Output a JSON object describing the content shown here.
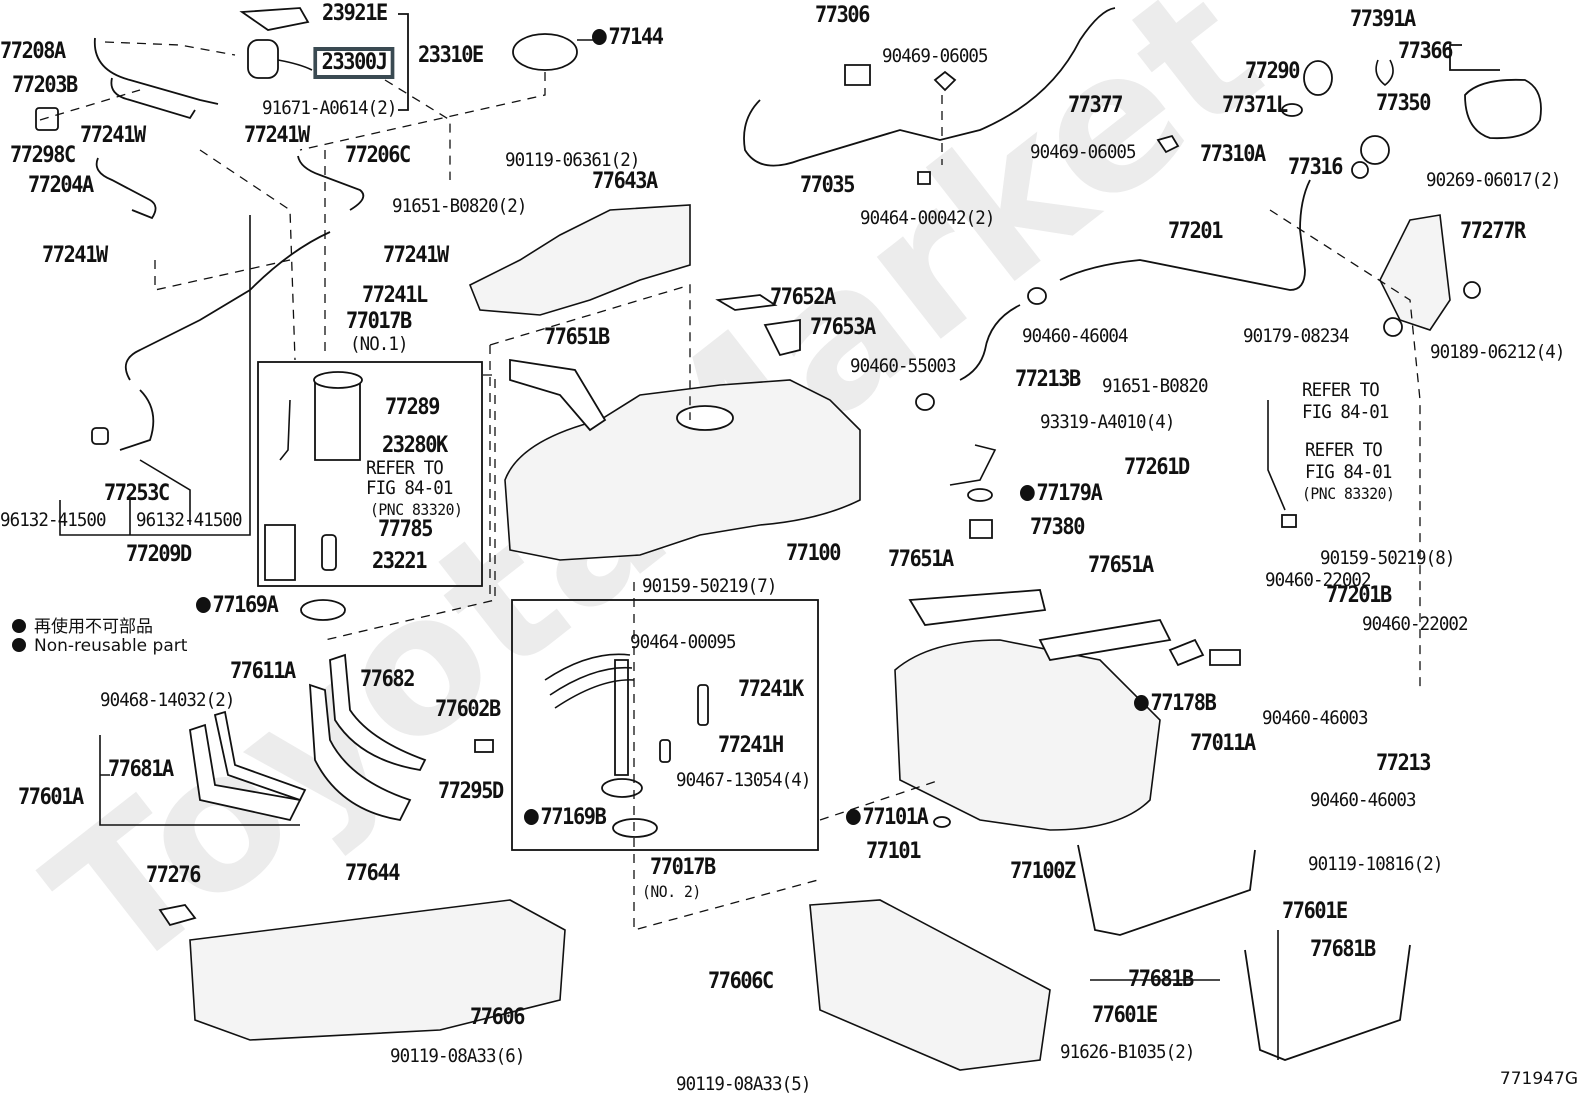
{
  "diagram": {
    "title": "Fuel tank & fuel pump parts diagram",
    "figure_code": "771947G",
    "watermark": "ToyotaMarket",
    "highlight_color": "#3a4a52",
    "legend": {
      "jp": "再使用不可部品",
      "en": "Non-reusable part"
    },
    "labels": {
      "p23921E": "23921E",
      "p23300J": "23300J",
      "p23310E": "23310E",
      "p77144": "77144",
      "p77208A": "77208A",
      "p77203B": "77203B",
      "p91671": "91671-A0614(2)",
      "p77298C": "77298C",
      "p77241W_a": "77241W",
      "p77241W_b": "77241W",
      "p77241W_c": "77241W",
      "p77241W_d": "77241W",
      "p77204A": "77204A",
      "p77206C": "77206C",
      "p91651_2": "91651-B0820(2)",
      "p77241L": "77241L",
      "p77017B_1": "77017B",
      "p77017B_1n": "(NO.1)",
      "p77289": "77289",
      "p23280K": "23280K",
      "p_refer1a": "REFER TO",
      "p_refer1b": "FIG 84-01",
      "p_refer1c": "(PNC 83320)",
      "p77785": "77785",
      "p23221": "23221",
      "p77169A": "77169A",
      "p77253C": "77253C",
      "p96132_a": "96132-41500",
      "p96132_b": "96132-41500",
      "p77209D": "77209D",
      "p90119_06361": "90119-06361(2)",
      "p77643A": "77643A",
      "p77306": "77306",
      "p90469_a": "90469-06005",
      "p90469_b": "90469-06005",
      "p77377": "77377",
      "p77035": "77035",
      "p90464_00042": "90464-00042(2)",
      "p77391A": "77391A",
      "p77366": "77366",
      "p77290": "77290",
      "p77371L": "77371L",
      "p77350": "77350",
      "p77310A": "77310A",
      "p77316": "77316",
      "p90269": "90269-06017(2)",
      "p77201": "77201",
      "p77277R": "77277R",
      "p90460_46004": "90460-46004",
      "p77213B": "77213B",
      "p91651_b": "91651-B0820",
      "p90179": "90179-08234",
      "p90189": "90189-06212(4)",
      "p77652A": "77652A",
      "p77653A": "77653A",
      "p77651B": "77651B",
      "p90460_55003": "90460-55003",
      "p93319": "93319-A4010(4)",
      "p77261D": "77261D",
      "p77179A": "77179A",
      "p77380": "77380",
      "p77100": "77100",
      "p_refer2a": "REFER TO",
      "p_refer2b": "FIG 84-01",
      "p_refer3a": "REFER TO",
      "p_refer3b": "FIG 84-01",
      "p_refer3c": "(PNC 83320)",
      "p90159_8": "90159-50219(8)",
      "p90460_22002_a": "90460-22002",
      "p77201B": "77201B",
      "p90460_22002_b": "90460-22002",
      "p90460_46003_a": "90460-46003",
      "p77213": "77213",
      "p90460_46003_b": "90460-46003",
      "p77651A_a": "77651A",
      "p77651A_b": "77651A",
      "p77178B": "77178B",
      "p77011A": "77011A",
      "p77101A": "77101A",
      "p77101": "77101",
      "p77100Z": "77100Z",
      "p90159_7": "90159-50219(7)",
      "p90464_00095": "90464-00095",
      "p77241K": "77241K",
      "p77241H": "77241H",
      "p90467": "90467-13054(4)",
      "p77169B": "77169B",
      "p77017B_2": "77017B",
      "p77017B_2n": "(NO. 2)",
      "p77611A": "77611A",
      "p90468": "90468-14032(2)",
      "p77681A": "77681A",
      "p77601A": "77601A",
      "p77682": "77682",
      "p77602B": "77602B",
      "p77295D": "77295D",
      "p77644": "77644",
      "p77276": "77276",
      "p77606": "77606",
      "p90119_08A33_6": "90119-08A33(6)",
      "p77606C": "77606C",
      "p90119_08A33_5": "90119-08A33(5)",
      "p90119_10816": "90119-10816(2)",
      "p77681B_a": "77681B",
      "p77601E_a": "77601E",
      "p77601E_b": "77601E",
      "p77681B_b": "77681B",
      "p91626": "91626-B1035(2)"
    }
  }
}
